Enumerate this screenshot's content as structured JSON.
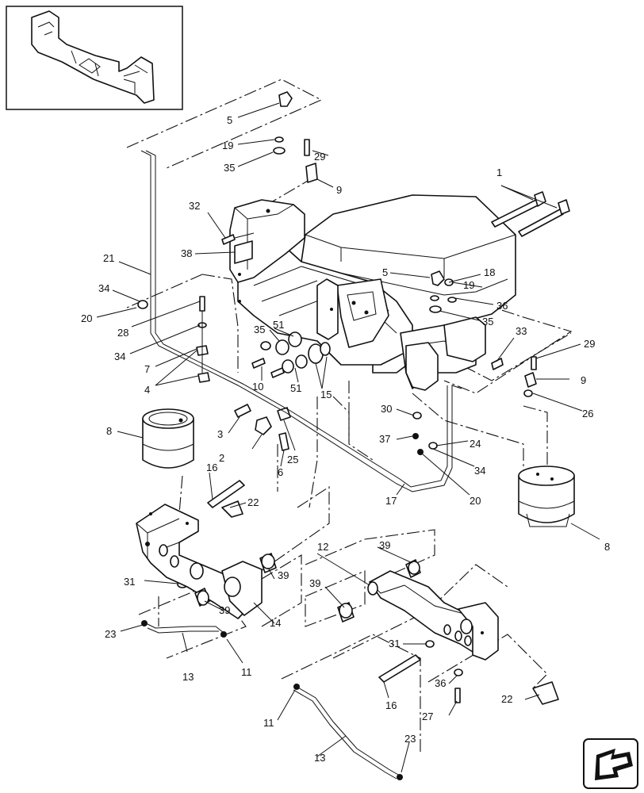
{
  "callouts": [
    {
      "id": "c1",
      "text": "1"
    },
    {
      "id": "c2",
      "text": "2"
    },
    {
      "id": "c3",
      "text": "3"
    },
    {
      "id": "c4",
      "text": "4"
    },
    {
      "id": "c5a",
      "text": "5"
    },
    {
      "id": "c5b",
      "text": "5"
    },
    {
      "id": "c6",
      "text": "6"
    },
    {
      "id": "c7",
      "text": "7"
    },
    {
      "id": "c8a",
      "text": "8"
    },
    {
      "id": "c8b",
      "text": "8"
    },
    {
      "id": "c9a",
      "text": "9"
    },
    {
      "id": "c9b",
      "text": "9"
    },
    {
      "id": "c10",
      "text": "10"
    },
    {
      "id": "c11a",
      "text": "11"
    },
    {
      "id": "c11b",
      "text": "11"
    },
    {
      "id": "c12",
      "text": "12"
    },
    {
      "id": "c13a",
      "text": "13"
    },
    {
      "id": "c13b",
      "text": "13"
    },
    {
      "id": "c14",
      "text": "14"
    },
    {
      "id": "c15",
      "text": "15"
    },
    {
      "id": "c16a",
      "text": "16"
    },
    {
      "id": "c16b",
      "text": "16"
    },
    {
      "id": "c17",
      "text": "17"
    },
    {
      "id": "c18",
      "text": "18"
    },
    {
      "id": "c19a",
      "text": "19"
    },
    {
      "id": "c19b",
      "text": "19"
    },
    {
      "id": "c20a",
      "text": "20"
    },
    {
      "id": "c20b",
      "text": "20"
    },
    {
      "id": "c21",
      "text": "21"
    },
    {
      "id": "c22a",
      "text": "22"
    },
    {
      "id": "c22b",
      "text": "22"
    },
    {
      "id": "c23a",
      "text": "23"
    },
    {
      "id": "c23b",
      "text": "23"
    },
    {
      "id": "c24",
      "text": "24"
    },
    {
      "id": "c25",
      "text": "25"
    },
    {
      "id": "c26",
      "text": "26"
    },
    {
      "id": "c27",
      "text": "27"
    },
    {
      "id": "c28",
      "text": "28"
    },
    {
      "id": "c29a",
      "text": "29"
    },
    {
      "id": "c29b",
      "text": "29"
    },
    {
      "id": "c30",
      "text": "30"
    },
    {
      "id": "c31a",
      "text": "31"
    },
    {
      "id": "c31b",
      "text": "31"
    },
    {
      "id": "c32",
      "text": "32"
    },
    {
      "id": "c33",
      "text": "33"
    },
    {
      "id": "c34a",
      "text": "34"
    },
    {
      "id": "c34b",
      "text": "34"
    },
    {
      "id": "c34c",
      "text": "34"
    },
    {
      "id": "c35a",
      "text": "35"
    },
    {
      "id": "c35b",
      "text": "35"
    },
    {
      "id": "c35c",
      "text": "35"
    },
    {
      "id": "c36a",
      "text": "36"
    },
    {
      "id": "c36b",
      "text": "36"
    },
    {
      "id": "c37",
      "text": "37"
    },
    {
      "id": "c38",
      "text": "38"
    },
    {
      "id": "c39a",
      "text": "39"
    },
    {
      "id": "c39b",
      "text": "39"
    },
    {
      "id": "c39c",
      "text": "39"
    },
    {
      "id": "c39d",
      "text": "39"
    },
    {
      "id": "c51a",
      "text": "51"
    },
    {
      "id": "c51b",
      "text": "51"
    }
  ],
  "nav_icon": "arrow-navigation-icon"
}
